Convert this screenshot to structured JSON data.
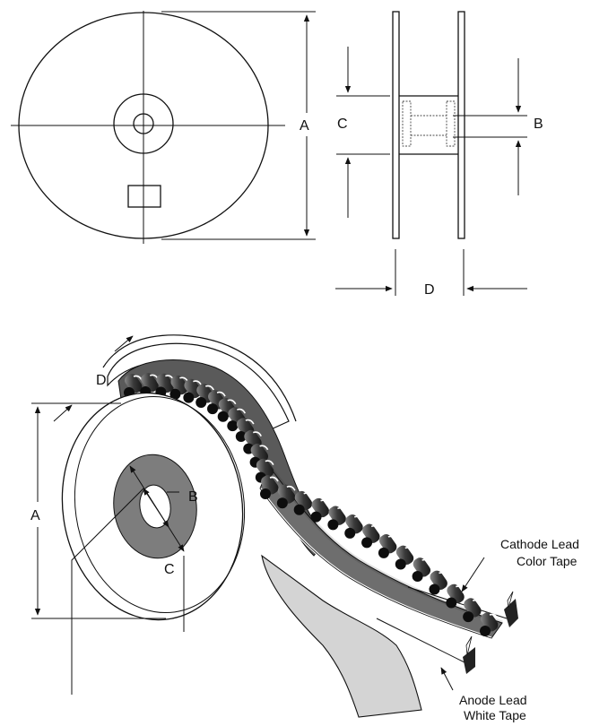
{
  "labels": {
    "top_front_A": "A",
    "top_side_C": "C",
    "top_side_B": "B",
    "top_side_D": "D",
    "bottom_D": "D",
    "bottom_A": "A",
    "bottom_B": "B",
    "bottom_C": "C",
    "cathode_line1": "Cathode Lead",
    "cathode_line2": "Color Tape",
    "anode_line1": "Anode Lead",
    "anode_line2": "White Tape"
  },
  "colors": {
    "line": "#111111",
    "core_gray": "#7d7d7d",
    "tape_gray": "#cfcfcf",
    "band_gray": "#5a5a5a",
    "diode": "#2a2a2a"
  }
}
